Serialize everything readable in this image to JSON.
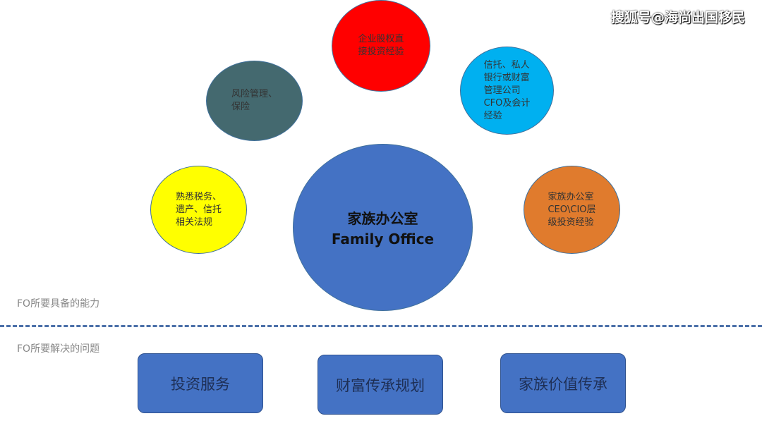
{
  "watermark": "搜狐号@海尚出国移民",
  "center": {
    "line1": "家族办公室",
    "line2": "Family Office"
  },
  "abilities": [
    {
      "text": "企业股权直\n接投资经验",
      "color": "#ff0000"
    },
    {
      "text": "风险管理、\n保险",
      "color": "#44696f"
    },
    {
      "text": "信托、私人\n银行或财富\n管理公司\nCFO及会计\n经验",
      "color": "#00b0f0"
    },
    {
      "text": "熟悉税务、\n遗产、信托\n相关法规",
      "color": "#ffff00"
    },
    {
      "text": "家族办公室\nCEO\\CIO层\n级投资经验",
      "color": "#e07b2d"
    }
  ],
  "label_top": "FO所要具备的能力",
  "label_bottom": "FO所要解决的问题",
  "problems": [
    "投资服务",
    "财富传承规划",
    "家族价值传承"
  ]
}
